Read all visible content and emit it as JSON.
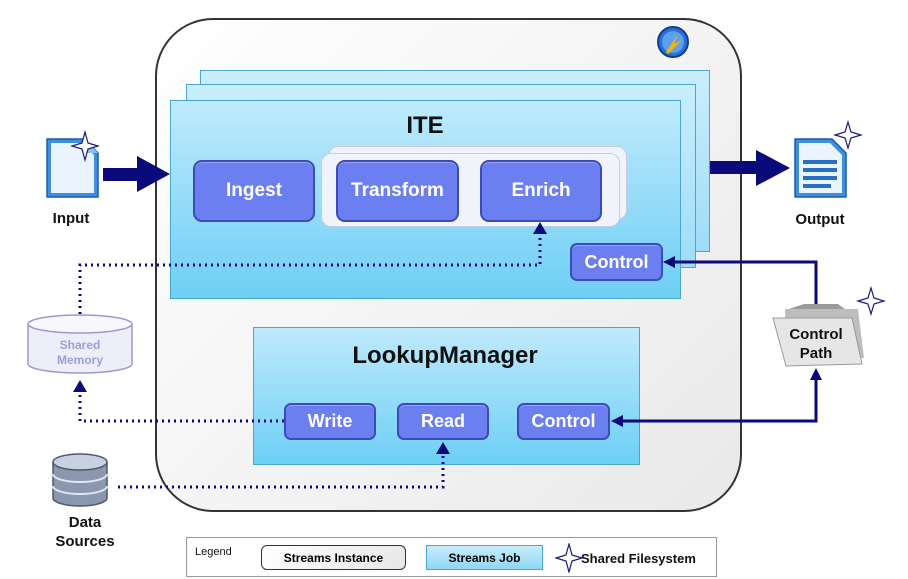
{
  "ite": {
    "title": "ITE",
    "ingest": "Ingest",
    "transform": "Transform",
    "enrich": "Enrich",
    "control": "Control"
  },
  "lookup": {
    "title": "LookupManager",
    "write": "Write",
    "read": "Read",
    "control": "Control"
  },
  "external": {
    "input": "Input",
    "output": "Output",
    "shared_memory_line1": "Shared",
    "shared_memory_line2": "Memory",
    "data_sources_line1": "Data",
    "data_sources_line2": "Sources",
    "control_path_line1": "Control",
    "control_path_line2": "Path"
  },
  "legend": {
    "title": "Legend",
    "instance": "Streams Instance",
    "job": "Streams Job",
    "filesystem": "Shared Filesystem"
  },
  "icons": [
    "streams-instance-icon",
    "document-icon",
    "folder-icon",
    "database-icon",
    "cylinder-icon",
    "sparkle-icon"
  ],
  "colors": {
    "arrow": "#0a0a7a",
    "button": "#6b7ff0",
    "job": "#9fdcf7"
  }
}
